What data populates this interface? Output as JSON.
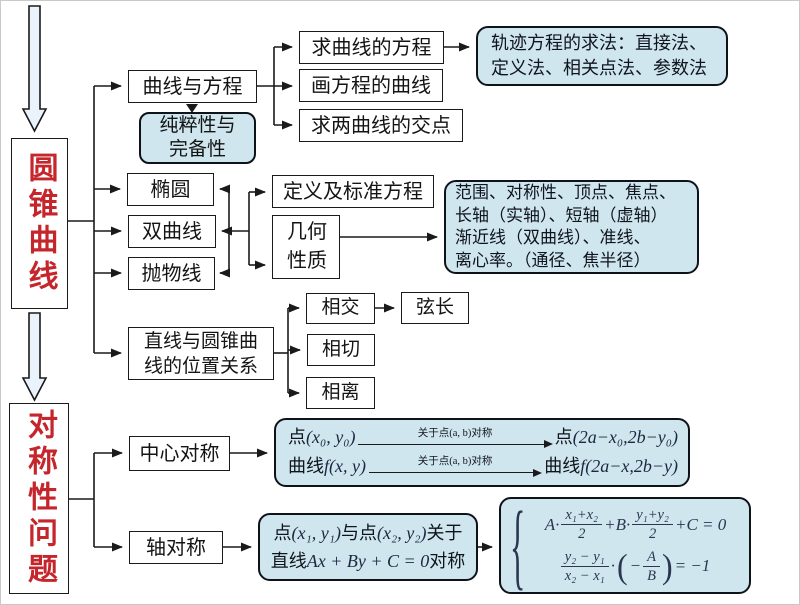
{
  "palette": {
    "note_fill": "#cfe6ef",
    "flow_arrow_fill": "#eaf3fb",
    "trunk_text_red": "#c5262c",
    "line_color": "#1a1a1a"
  },
  "trunk": {
    "conic": "圆锥曲线",
    "symmetry": "对称性问题"
  },
  "conic": {
    "curve_eq": "曲线与方程",
    "purity_lines": [
      "纯粹性与",
      "完备性"
    ],
    "find_eq": "求曲线的方程",
    "draw_curve": "画方程的曲线",
    "find_intersection": "求两曲线的交点",
    "trajectory_lines": [
      "轨迹方程的求法：直接法、",
      "定义法、相关点法、参数法"
    ],
    "ellipse": "椭圆",
    "hyperbola": "双曲线",
    "parabola": "抛物线",
    "def_std": "定义及标准方程",
    "geo_lines": [
      "几何",
      "性质"
    ],
    "geo_detail_lines": [
      "范围、对称性、顶点、焦点、",
      "长轴（实轴）、短轴（虚轴）",
      "渐近线（双曲线）、准线、",
      "离心率。（通径、焦半径）"
    ],
    "position_lines": [
      "直线与圆锥曲",
      "线的位置关系"
    ],
    "intersect": "相交",
    "chord": "弦长",
    "tangent": "相切",
    "separate": "相离"
  },
  "symmetry": {
    "central": "中心对称",
    "axial": "轴对称",
    "central_box": {
      "row1": {
        "pre": "点",
        "lhs": "(x₀, y₀)",
        "label": "关于点(a, b)对称",
        "post": "点",
        "rhs": "(2a−x₀,2b−y₀)"
      },
      "row2": {
        "pre": "曲线",
        "lhs": "f(x, y)",
        "label": "关于点(a, b)对称",
        "post": "曲线",
        "rhs": "f(2a−x,2b−y)"
      }
    },
    "axial_box": {
      "l1a": "点",
      "l1b": "(x₁, y₁)",
      "l1c": "与点",
      "l1d": "(x₂, y₂)",
      "l1e": "关于",
      "l2a": "直线",
      "l2b": "Ax + By + C = 0",
      "l2c": "对称"
    },
    "axial_eqs": {
      "brace": "{",
      "eq1": {
        "a": "A·",
        "f1n": "x₁+x₂",
        "f1d": "2",
        "b": "+B·",
        "f2n": "y₁+y₂",
        "f2d": "2",
        "c": "+C = 0"
      },
      "eq2": {
        "f1n": "y₂ − y₁",
        "f1d": "x₂ − x₁",
        "dot": "·",
        "p1": "(",
        "neg": "−",
        "f2n": "A",
        "f2d": "B",
        "p2": ")",
        "c": "= −1"
      }
    }
  }
}
